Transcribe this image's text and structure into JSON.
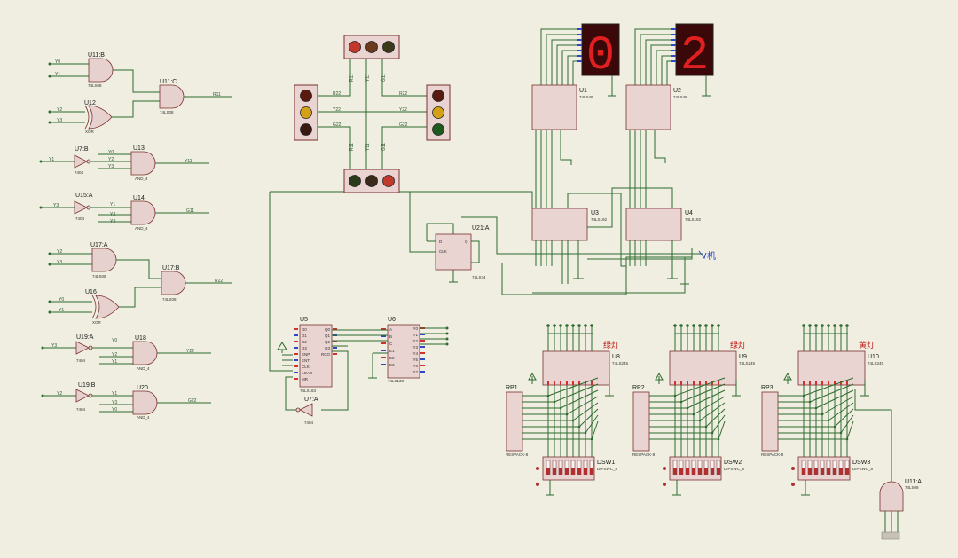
{
  "gates": {
    "u11b": {
      "ref": "U11:B",
      "part": "74LS08",
      "in1": "Y0",
      "in2": "Y1"
    },
    "u11c": {
      "ref": "U11:C",
      "part": "74LS08",
      "out": "R11"
    },
    "u12": {
      "ref": "U12",
      "part": "XOR",
      "in1": "Y2",
      "in2": "Y3"
    },
    "u7b": {
      "ref": "U7:B",
      "part": "7404",
      "in": "Y1"
    },
    "u13": {
      "ref": "U13",
      "part": "AND_4",
      "in1": "Y0",
      "in2": "Y2",
      "in3": "Y3",
      "out": "Y11"
    },
    "u15a": {
      "ref": "U15:A",
      "part": "7404",
      "in": "Y3"
    },
    "u14": {
      "ref": "U14",
      "part": "AND_4",
      "in1": "Y1",
      "in2": "Y2",
      "in3": "Y3",
      "out": "G11"
    },
    "u17a": {
      "ref": "U17:A",
      "part": "74LS08",
      "in1": "Y2",
      "in2": "Y3"
    },
    "u17b": {
      "ref": "U17:B",
      "part": "74LS08",
      "out": "R22"
    },
    "u16": {
      "ref": "U16",
      "part": "XOR",
      "in1": "Y0",
      "in2": "Y1"
    },
    "u19a": {
      "ref": "U19:A",
      "part": "7404",
      "in": "Y3"
    },
    "u18": {
      "ref": "U18",
      "part": "AND_4",
      "in1": "Y0",
      "in2": "Y2",
      "in3": "Y1",
      "out": "Y22"
    },
    "u19b": {
      "ref": "U19:B",
      "part": "7404",
      "in": "Y2"
    },
    "u20": {
      "ref": "U20",
      "part": "AND_4",
      "in1": "Y1",
      "in2": "Y3",
      "in3": "Y0",
      "out": "G22"
    }
  },
  "traffic": {
    "labels": [
      "R11",
      "Y11",
      "G11",
      "R22",
      "Y22",
      "G22"
    ],
    "top_colors": [
      "#c0392b",
      "#6b3a1e",
      "#3a3a1a"
    ],
    "left_colors": [
      "#5a1a10",
      "#d4a017",
      "#3a1a10"
    ],
    "right_colors": [
      "#5a1a10",
      "#d4a017",
      "#1e5a1e"
    ],
    "bottom_colors": [
      "#2a3a1a",
      "#3a2a1a",
      "#c0392b"
    ]
  },
  "displays": [
    {
      "digit": "0",
      "decoder": "U1",
      "decoder_part": "74LS48"
    },
    {
      "digit": "2",
      "decoder": "U2",
      "decoder_part": "74LS48"
    }
  ],
  "counters": [
    {
      "ref": "U3",
      "part": "74LS192"
    },
    {
      "ref": "U4",
      "part": "74LS192"
    }
  ],
  "flipflop": {
    "ref": "U21:A",
    "part": "74LS74",
    "clk": "CLK",
    "d": "D",
    "q": "Q"
  },
  "clock_label": "机",
  "u5": {
    "ref": "U5",
    "part": "74LS163",
    "pins_left": [
      "D0",
      "D1",
      "D2",
      "D3",
      "ENP",
      "ENT",
      "CLK",
      "LOAD",
      "MR"
    ],
    "pins_right": [
      "Q0",
      "Q1",
      "Q2",
      "Q3",
      "RCO"
    ]
  },
  "u6": {
    "ref": "U6",
    "part": "74LS138",
    "pins_left": [
      "A",
      "B",
      "C",
      "E1",
      "E2",
      "E3"
    ],
    "pins_right": [
      "Y0",
      "Y1",
      "Y2",
      "Y3",
      "Y4",
      "Y5",
      "Y6",
      "Y7"
    ]
  },
  "u7a": {
    "ref": "U7:A",
    "part": "7404"
  },
  "buffers": [
    {
      "ref": "U8",
      "part": "74LS245",
      "title": "绿灯",
      "rp": "RP1",
      "rp_part": "RESPACK-8",
      "dsw": "DSW1",
      "dsw_part": "DIPSWC_8"
    },
    {
      "ref": "U9",
      "part": "74LS245",
      "title": "绿灯",
      "rp": "RP2",
      "rp_part": "RESPACK-8",
      "dsw": "DSW2",
      "dsw_part": "DIPSWC_8"
    },
    {
      "ref": "U10",
      "part": "74LS245",
      "title": "黄灯",
      "rp": "RP3",
      "rp_part": "RESPACK-8",
      "dsw": "DSW3",
      "dsw_part": "DIPSWC_8"
    }
  ],
  "u11a": {
    "ref": "U11:A",
    "part": "74LS08"
  }
}
